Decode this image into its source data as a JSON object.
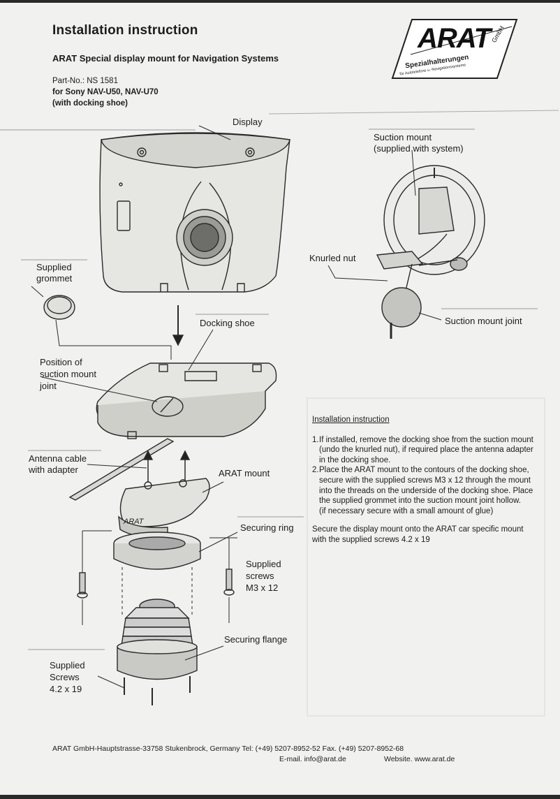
{
  "header": {
    "title": "Installation instruction",
    "subtitle": "ARAT Special display mount for Navigation Systems",
    "part_no": "Part-No.: NS 1581",
    "models": "for Sony NAV-U50, NAV-U70",
    "docking": "(with docking shoe)"
  },
  "logo": {
    "brand": "ARAT",
    "gmbh": "GmbH",
    "tagline": "Spezialhalterungen",
    "subtag": "für Autotelefone u.-Navigationssysteme"
  },
  "labels": {
    "display": "Display",
    "suction_mount": "Suction mount",
    "suction_supplied": "(supplied with system)",
    "knurled_nut": "Knurled nut",
    "suction_joint": "Suction mount joint",
    "grommet_1": "Supplied",
    "grommet_2": "grommet",
    "docking_shoe": "Docking shoe",
    "position_1": "Position of",
    "position_2": "suction mount",
    "position_3": "joint",
    "antenna_1": "Antenna cable",
    "antenna_2": "with adapter",
    "arat_mount": "ARAT mount",
    "securing_ring": "Securing ring",
    "screws_m3_1": "Supplied",
    "screws_m3_2": "screws",
    "screws_m3_3": "M3 x 12",
    "securing_flange": "Securing flange",
    "screws_42_1": "Supplied",
    "screws_42_2": "Screws",
    "screws_42_3": "4.2 x 19",
    "mount_engraving": "ARAT"
  },
  "instructions": {
    "heading": "Installation instruction",
    "step1_num": "1.",
    "step1": "If installed, remove the docking shoe from the suction mount (undo the knurled nut), if required place the antenna adapter in the docking shoe.",
    "step2_num": "2.",
    "step2": "Place the ARAT mount to the contours of the docking shoe, secure with the supplied screws M3 x 12 through the mount into the threads on the underside of the docking shoe. Place the supplied grommet into the suction mount joint hollow.",
    "step2_note": "(if necessary secure with a small amount of glue)",
    "secure": "Secure the display mount onto the ARAT car specific mount with the supplied screws 4.2 x 19"
  },
  "footer": {
    "address": "ARAT GmbH-Hauptstrasse-33758 Stukenbrock, Germany  Tel: (+49) 5207-8952-52 Fax. (+49) 5207-8952-68",
    "email": "E-mail. info@arat.de",
    "website": "Website. www.arat.de"
  }
}
